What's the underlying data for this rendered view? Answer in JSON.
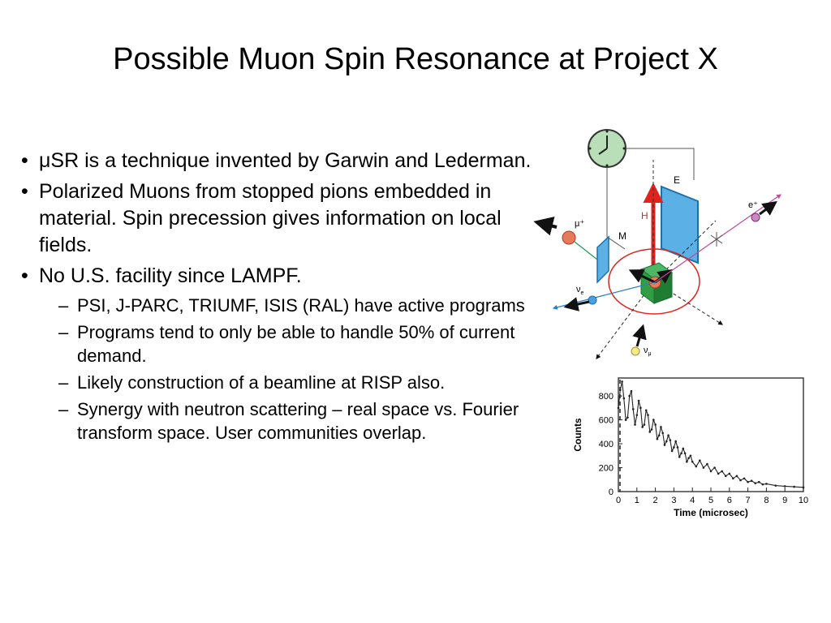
{
  "slide": {
    "title": "Possible Muon Spin Resonance at Project X",
    "bullets": [
      {
        "mu": "μ",
        "text": "SR is a technique invented by Garwin and Lederman."
      },
      {
        "text": "Polarized Muons from stopped pions embedded in material. Spin precession gives information on local fields."
      },
      {
        "text": "No U.S. facility since LAMPF."
      }
    ],
    "subbullets": [
      "PSI, J-PARC, TRIUMF, ISIS (RAL) have active programs",
      "Programs tend to only be able to handle 50% of current demand.",
      "Likely construction of a beamline at RISP also.",
      "Synergy with neutron scattering – real space vs. Fourier transform space. User communities overlap."
    ],
    "bullet_marker": "•",
    "sub_marker": "–"
  },
  "diagram": {
    "labels": {
      "E": "E",
      "H": "H",
      "M": "M",
      "mu_plus": "μ⁺",
      "e_plus": "e⁺",
      "nu_e": "ν",
      "nu_e_sub": "e",
      "nu_mu": "ν",
      "nu_mu_sub": "μ"
    },
    "colors": {
      "red": "#e1231e",
      "blue_plate": "#5bb0e6",
      "green_cube": "#2f9e45",
      "clock": "#b9dfb8"
    }
  },
  "chart_data": {
    "type": "line",
    "xlabel": "Time (microsec)",
    "ylabel": "Counts",
    "xlim": [
      0,
      10
    ],
    "ylim": [
      0,
      950
    ],
    "xticks": [
      0,
      1,
      2,
      3,
      4,
      5,
      6,
      7,
      8,
      9,
      10
    ],
    "yticks": [
      0,
      200,
      400,
      600,
      800
    ],
    "x": [
      0,
      0.1,
      0.2,
      0.3,
      0.4,
      0.5,
      0.6,
      0.7,
      0.8,
      0.9,
      1.0,
      1.1,
      1.2,
      1.3,
      1.4,
      1.5,
      1.6,
      1.7,
      1.8,
      1.9,
      2.0,
      2.1,
      2.2,
      2.3,
      2.4,
      2.5,
      2.6,
      2.7,
      2.8,
      2.9,
      3.0,
      3.1,
      3.2,
      3.3,
      3.4,
      3.5,
      3.6,
      3.7,
      3.8,
      3.9,
      4.0,
      4.2,
      4.4,
      4.6,
      4.8,
      5.0,
      5.2,
      5.4,
      5.6,
      5.8,
      6.0,
      6.2,
      6.4,
      6.6,
      6.8,
      7.0,
      7.2,
      7.4,
      7.6,
      7.8,
      8.0,
      8.5,
      9.0,
      9.5,
      10.0
    ],
    "y": [
      700,
      850,
      920,
      780,
      600,
      620,
      800,
      840,
      690,
      560,
      640,
      760,
      700,
      540,
      560,
      680,
      640,
      500,
      520,
      600,
      560,
      440,
      470,
      540,
      490,
      390,
      420,
      470,
      430,
      340,
      370,
      420,
      370,
      290,
      320,
      360,
      320,
      250,
      280,
      300,
      250,
      210,
      260,
      200,
      230,
      170,
      200,
      150,
      170,
      130,
      150,
      110,
      130,
      95,
      110,
      80,
      90,
      70,
      80,
      60,
      65,
      50,
      45,
      40,
      35
    ],
    "dashed_marker_x": 0
  }
}
